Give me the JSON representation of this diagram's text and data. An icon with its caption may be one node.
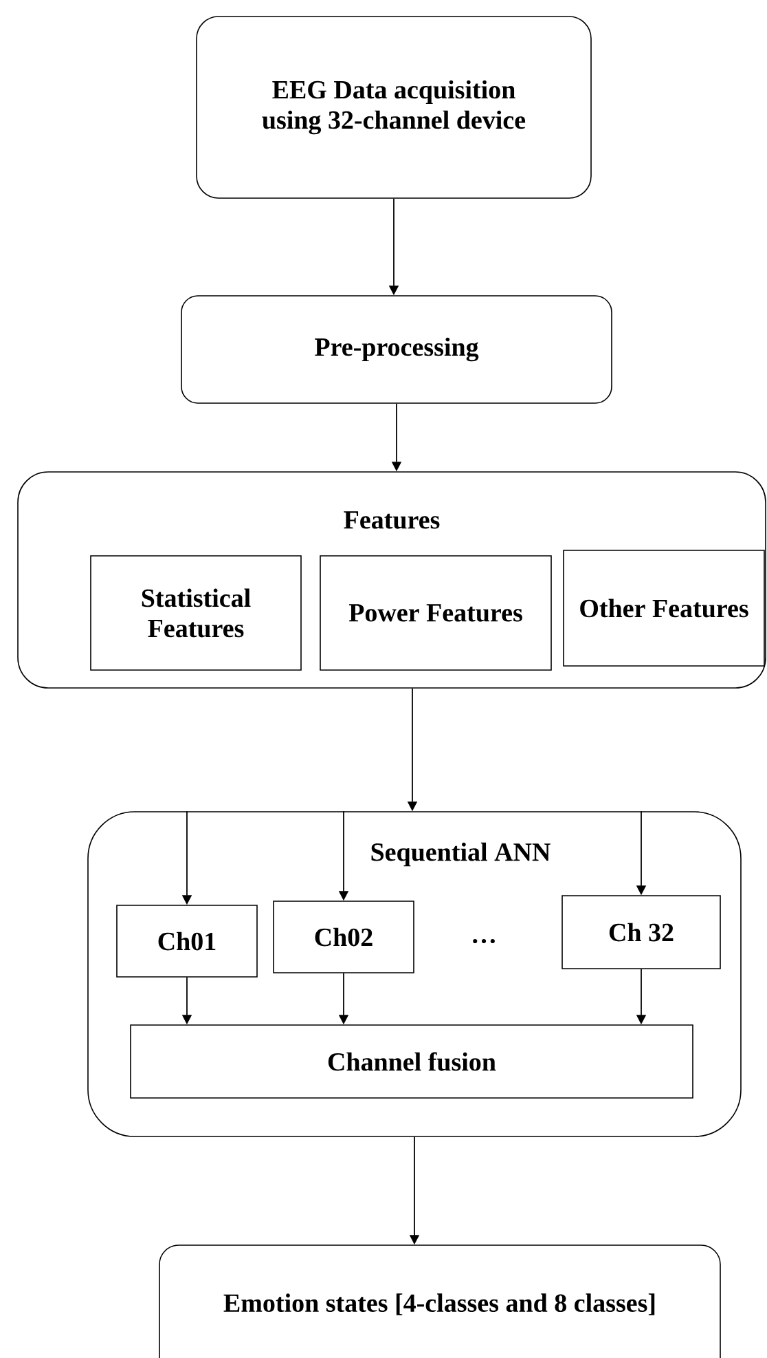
{
  "diagram": {
    "nodes": [
      {
        "text": [
          "EEG Data acquisition using 32-channel device"
        ]
      },
      {
        "text": [
          "Pre-processing"
        ]
      },
      {
        "text": [
          "Features"
        ]
      },
      {
        "text": [
          "Statistical Features"
        ],
        "in": 2
      },
      {
        "text": [
          "Power Features"
        ],
        "in": 2
      },
      {
        "text": [
          "Other Features"
        ],
        "in": 2
      },
      {
        "text": [
          "Sequential ANN"
        ]
      },
      {
        "text": [
          "Ch01"
        ],
        "in": 6
      },
      {
        "text": [
          "Ch02"
        ],
        "in": 6
      },
      {
        "text": [
          "Ch 32"
        ],
        "in": 6
      },
      {
        "text": [
          "Channel fusion"
        ],
        "in": 6
      },
      {
        "text": [
          "Emotion states [4-classes and 8 classes]"
        ]
      }
    ],
    "edges": [
      {
        "from": 0,
        "to": 1,
        "arrow": "to"
      },
      {
        "from": 1,
        "to": 2,
        "arrow": "to"
      },
      {
        "from": 2,
        "to": 6,
        "arrow": "to"
      },
      {
        "from": 6,
        "to": 7,
        "arrow": "to"
      },
      {
        "from": 6,
        "to": 8,
        "arrow": "to"
      },
      {
        "from": 6,
        "to": 9,
        "arrow": "to"
      },
      {
        "from": 7,
        "to": 10,
        "arrow": "to"
      },
      {
        "from": 8,
        "to": 10,
        "arrow": "to"
      },
      {
        "from": 9,
        "to": 10,
        "arrow": "to"
      },
      {
        "from": 6,
        "to": 11,
        "arrow": "to"
      }
    ],
    "labels": [
      "…"
    ]
  }
}
